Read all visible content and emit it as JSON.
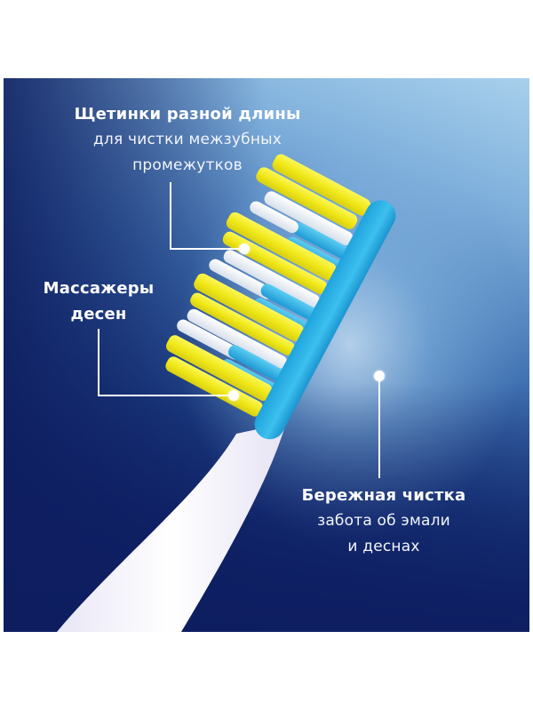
{
  "image": {
    "description": "Toothbrush product promo card with feature callouts",
    "colors": {
      "background_dark": "#0f2266",
      "background_light": "#a8d0ec",
      "brush_head": "#2fb3e6",
      "bristle_yellow": "#f2ec1c",
      "bristle_white": "#f4f6fb",
      "bristle_blue": "#2aaee4",
      "handle": "#f3f1fb",
      "text": "#ffffff"
    }
  },
  "callouts": [
    {
      "title": "Щетинки разной длины",
      "lines": [
        "для чистки межзубных",
        "промежутков"
      ]
    },
    {
      "title_lines": [
        "Массажеры",
        "десен"
      ]
    },
    {
      "title": "Бережная чистка",
      "lines": [
        "забота об эмали",
        "и деснах"
      ]
    }
  ]
}
